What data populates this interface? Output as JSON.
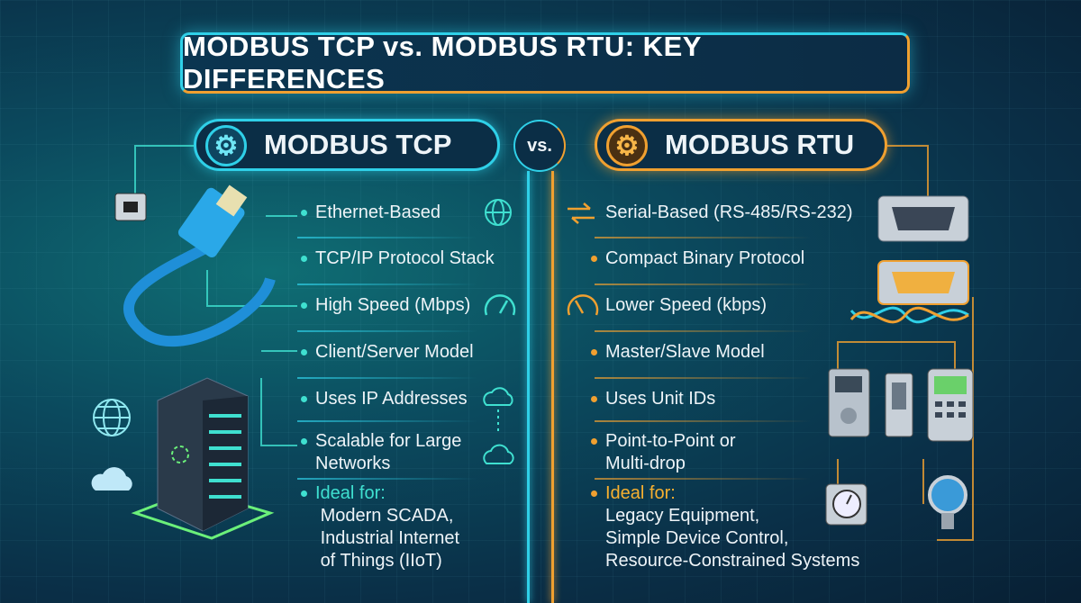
{
  "title": "MODBUS TCP vs. MODBUS RTU: KEY DIFFERENCES",
  "vs_label": "vs.",
  "colors": {
    "tcp_accent": "#2fd0e8",
    "rtu_accent": "#f0a030",
    "background": "#0a2f47"
  },
  "tcp": {
    "header": "MODBUS TCP",
    "icon": "gear-icon",
    "items": [
      "Ethernet-Based",
      "TCP/IP Protocol Stack",
      "High Speed (Mbps)",
      "Client/Server Model",
      "Uses IP Addresses",
      "Scalable for Large",
      "Networks"
    ],
    "ideal_label": "Ideal for:",
    "ideal_lines": [
      "Modern SCADA,",
      "Industrial Internet",
      "of Things (IIoT)"
    ]
  },
  "rtu": {
    "header": "MODBUS RTU",
    "icon": "gear-icon",
    "items": [
      "Serial-Based (RS-485/RS-232)",
      "Compact Binary Protocol",
      "Lower Speed (kbps)",
      "Master/Slave Model",
      "Uses Unit IDs",
      "Point-to-Point or",
      "Multi-drop"
    ],
    "ideal_label": "Ideal for:",
    "ideal_lines": [
      "Legacy Equipment,",
      "Simple Device Control,",
      "Resource-Constrained Systems"
    ]
  }
}
